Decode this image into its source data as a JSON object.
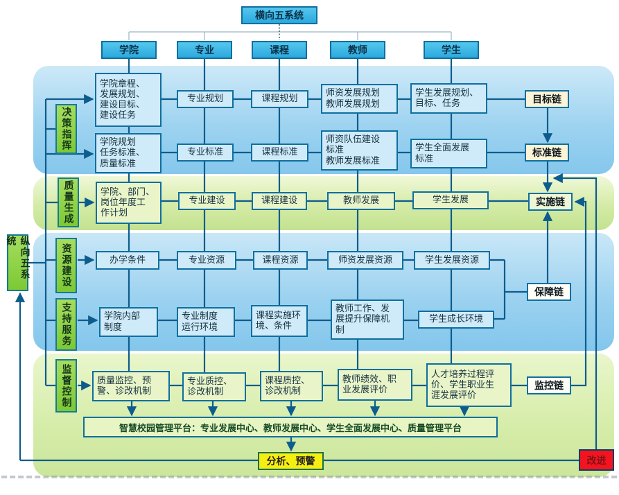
{
  "diagram": {
    "title": "横向五系统",
    "vertical_title": "纵向五系统",
    "columns": [
      "学院",
      "专业",
      "课程",
      "教师",
      "学生"
    ],
    "row_labels": [
      "决策指挥",
      "质量生成",
      "资源建设",
      "支持服务",
      "监督控制"
    ],
    "chains": [
      "目标链",
      "标准链",
      "实施链",
      "保障链",
      "监控链"
    ],
    "boxes": {
      "r1c1": "学院章程、\n发展规划、\n建设目标、\n建设任务",
      "r1c2": "专业规划",
      "r1c3": "课程规划",
      "r1c4": "师资发展规划\n教师发展规划",
      "r1c5": "学生发展规划、\n目标、任务",
      "r2c1": "学院规划\n任务标准、\n质量标准",
      "r2c2": "专业标准",
      "r2c3": "课程标准",
      "r2c4": "师资队伍建设\n标准\n教师发展标准",
      "r2c5": "学生全面发展\n标准",
      "r3c1": "学院、部门、\n岗位年度工\n作计划",
      "r3c2": "专业建设",
      "r3c3": "课程建设",
      "r3c4": "教师发展",
      "r3c5": "学生发展",
      "r4c1": "办学条件",
      "r4c2": "专业资源",
      "r4c3": "课程资源",
      "r4c4": "师资发展资源",
      "r4c5": "学生发展资源",
      "r5c1": "学院内部\n制度",
      "r5c2": "专业制度\n运行环境",
      "r5c3": "课程实施环\n境、条件",
      "r5c4": "教师工作、发\n展提升保障机\n制",
      "r5c5": "学生成长环境",
      "r6c1": "质量监控、预\n警、诊改机制",
      "r6c2": "专业质控、\n诊改机制",
      "r6c3": "课程质控、\n诊改机制",
      "r6c4": "教师绩效、职\n业发展评价",
      "r6c5": "人才培养过程评\n价、学生职业生\n涯发展评价"
    },
    "platform": "智慧校园管理平台：专业发展中心、教师发展中心、学生全面发展中心、质量管理平台",
    "analysis": "分析、预警",
    "improve": "改进",
    "colors": {
      "header_cyan": "#3ab7e6",
      "label_green": "#8ccf45",
      "band_blue": "#9ed3f0",
      "band_green": "#d4eba6",
      "line_blue": "#0d5c8d",
      "alert_yellow": "#f6ee12",
      "alert_red": "#f31420"
    }
  }
}
